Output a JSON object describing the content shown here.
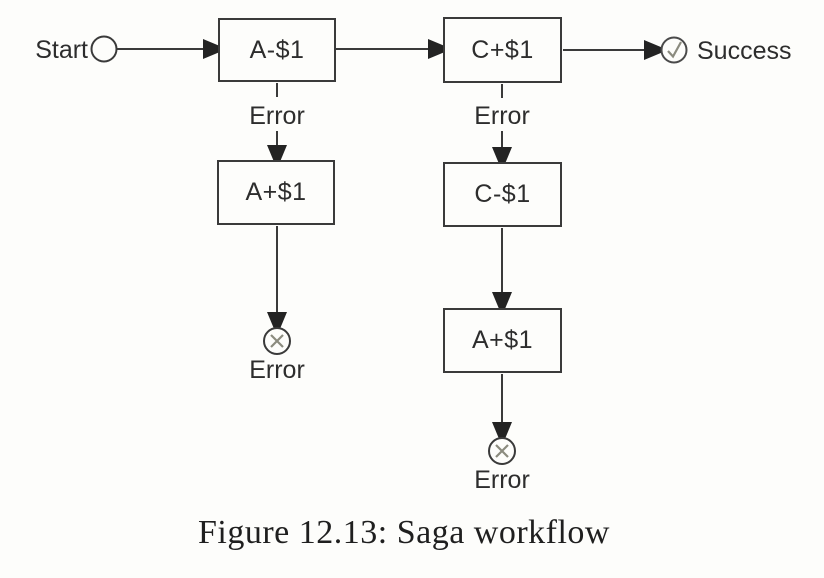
{
  "diagram": {
    "start": {
      "label": "Start",
      "icon": "open-circle"
    },
    "success": {
      "label": "Success",
      "icon": "check-circle"
    },
    "main_steps": [
      {
        "label": "A-$1"
      },
      {
        "label": "C+$1"
      }
    ],
    "compensation_steps": [
      {
        "label": "A+$1"
      },
      {
        "label": "C-$1"
      },
      {
        "label": "A+$1"
      }
    ],
    "error_events": [
      {
        "label": "Error"
      },
      {
        "label": "Error"
      }
    ],
    "error_terminals": [
      {
        "label": "Error",
        "icon": "x-circle"
      },
      {
        "label": "Error",
        "icon": "x-circle"
      }
    ],
    "colors": {
      "line": "#3a3a3a",
      "arrowhead": "#232323",
      "text": "#2d2d2d",
      "muted_glyph": "#8b8b7f",
      "background": "#fdfdfb"
    }
  },
  "caption": {
    "text": "Figure 12.13: Saga workflow"
  }
}
